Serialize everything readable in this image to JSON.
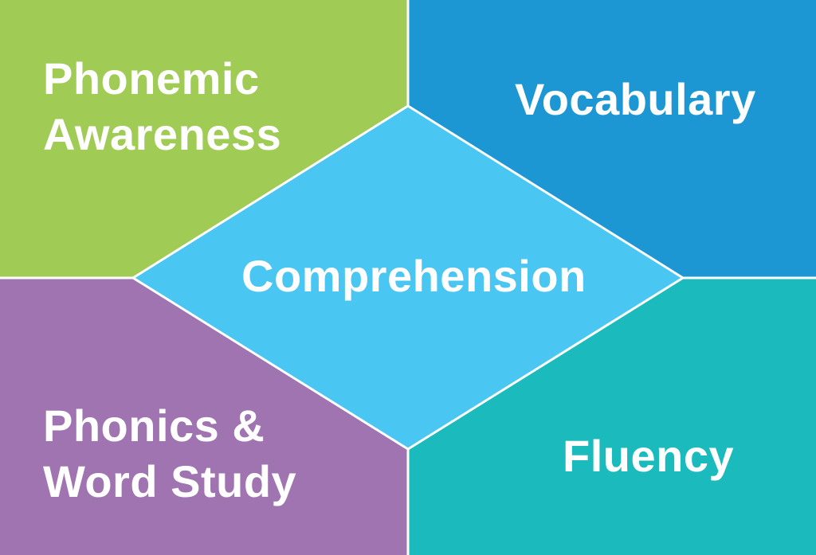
{
  "center": {
    "label": "Comprehension",
    "color": "#4ac6f2"
  },
  "quadrants": {
    "top_left": {
      "lines": [
        "Phonemic",
        "Awareness"
      ],
      "color": "#a0cb55"
    },
    "top_right": {
      "lines": [
        "Vocabulary"
      ],
      "color": "#1d97d3"
    },
    "bottom_left": {
      "lines": [
        "Phonics &",
        "Word Study"
      ],
      "color": "#9f74b1"
    },
    "bottom_right": {
      "lines": [
        "Fluency"
      ],
      "color": "#1bbbbd"
    }
  },
  "divider_color": "#ffffff"
}
